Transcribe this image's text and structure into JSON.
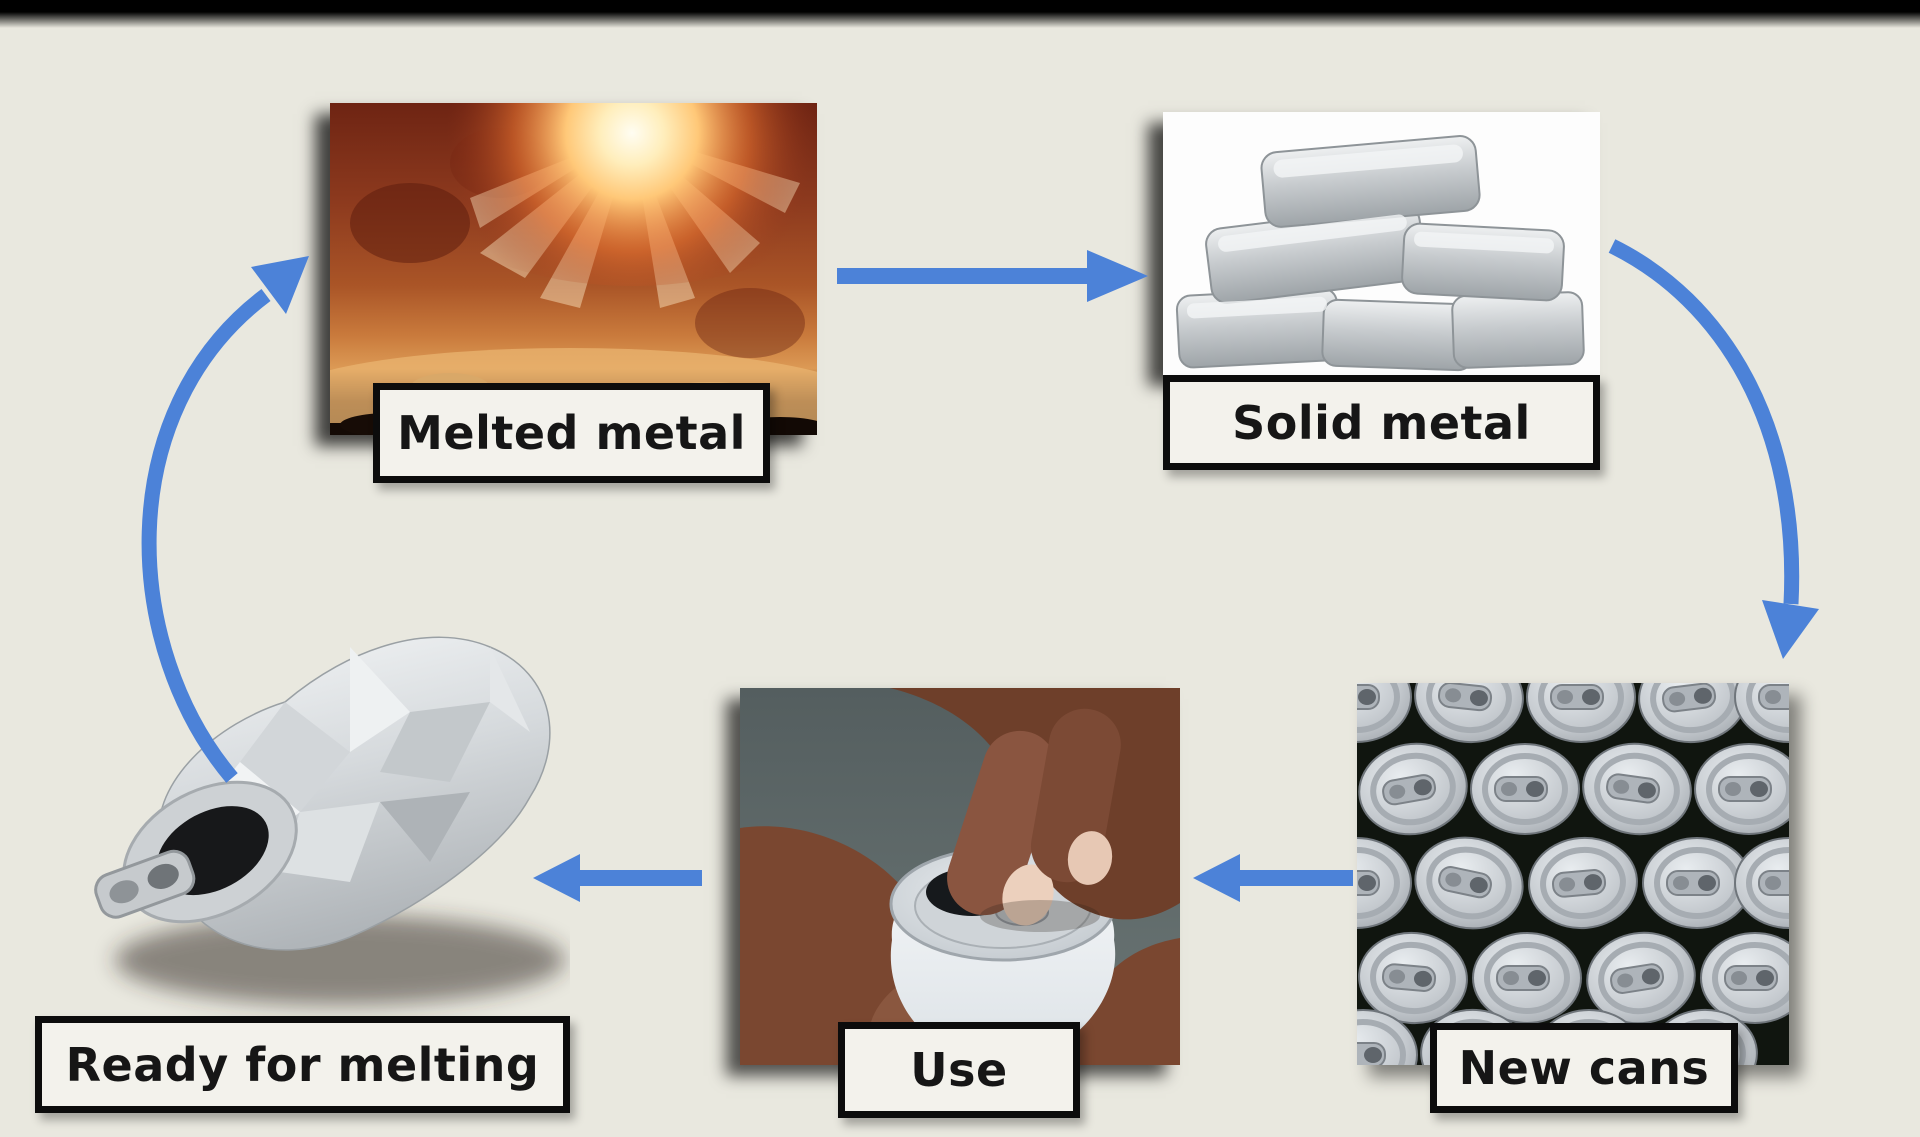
{
  "canvas": {
    "background_color": "#e9e8df",
    "top_bar_color": "#000000"
  },
  "diagram": {
    "type": "cycle",
    "arrow_color": "#4c82d8",
    "label_style": {
      "background": "#f3f2ec",
      "border_color": "#0c0c0c",
      "text_color": "#161616"
    },
    "nodes": {
      "melted": {
        "label": "Melted metal",
        "image": "molten-metal-in-furnace"
      },
      "solid": {
        "label": "Solid metal",
        "image": "stack-of-aluminum-ingots"
      },
      "new_cans": {
        "label": "New cans",
        "image": "rows-of-new-can-tops"
      },
      "use": {
        "label": "Use",
        "image": "hands-opening-drink-can"
      },
      "ready": {
        "label": "Ready for melting",
        "image": "crushed-aluminum-can"
      }
    },
    "edges": [
      {
        "from": "Melted metal",
        "to": "Solid metal"
      },
      {
        "from": "Solid metal",
        "to": "New cans"
      },
      {
        "from": "New cans",
        "to": "Use"
      },
      {
        "from": "Use",
        "to": "Ready for melting"
      },
      {
        "from": "Ready for melting",
        "to": "Melted metal"
      }
    ]
  }
}
